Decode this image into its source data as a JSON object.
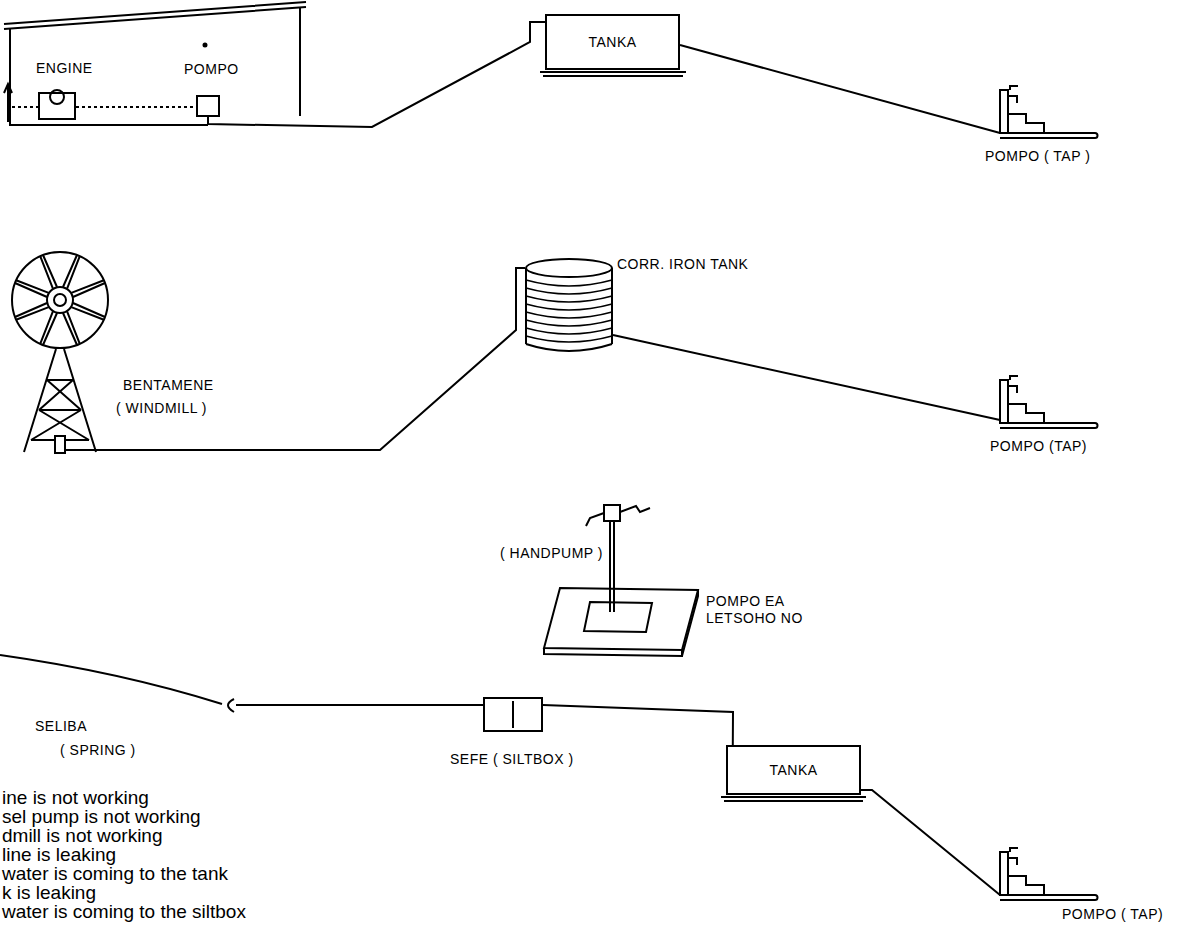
{
  "diagram": {
    "nodes": [
      {
        "text": [
          "ENGINE"
        ]
      },
      {
        "text": [
          "POMPO"
        ]
      },
      {
        "text": [
          "TANKA"
        ]
      },
      {
        "text": [
          "POMPO ( TAP )"
        ]
      },
      {
        "text": [
          "BENTAMENE",
          "( WINDMILL )"
        ]
      },
      {
        "text": [
          "CORR. IRON TANK"
        ]
      },
      {
        "text": [
          "POMPO (TAP)"
        ]
      },
      {
        "text": [
          "( HANDPUMP )",
          "POMPO EA LETSOHO NO"
        ]
      },
      {
        "text": [
          "SELIBA",
          "( SPRING )"
        ]
      },
      {
        "text": [
          "SEFE ( SILTBOX )"
        ]
      },
      {
        "text": [
          "TANKA"
        ]
      },
      {
        "text": [
          "POMPO ( TAP)"
        ]
      }
    ],
    "edges": [
      {
        "from": 0,
        "to": 1,
        "arrow": "none"
      },
      {
        "from": 1,
        "to": 2,
        "arrow": "none"
      },
      {
        "from": 2,
        "to": 3,
        "arrow": "none"
      },
      {
        "from": 4,
        "to": 5,
        "arrow": "none"
      },
      {
        "from": 5,
        "to": 6,
        "arrow": "none"
      },
      {
        "from": 8,
        "to": 9,
        "arrow": "none"
      },
      {
        "from": 9,
        "to": 10,
        "arrow": "none"
      },
      {
        "from": 10,
        "to": 11,
        "arrow": "none"
      }
    ],
    "labels": [
      "ine is not working",
      "sel pump is not working",
      "dmill is not working",
      "line is leaking",
      "water is coming to the tank",
      "k is leaking",
      "water is coming to the siltbox"
    ]
  }
}
